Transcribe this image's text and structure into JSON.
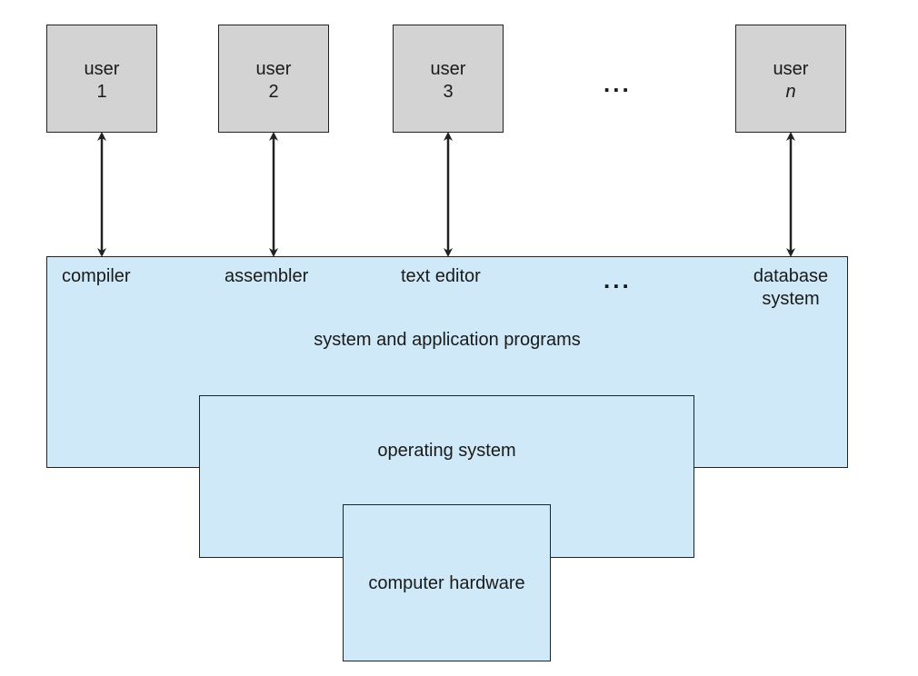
{
  "users": [
    {
      "line1": "user",
      "line2": "1"
    },
    {
      "line1": "user",
      "line2": "2"
    },
    {
      "line1": "user",
      "line2": "3"
    },
    {
      "line1": "user",
      "line2": "n"
    }
  ],
  "user_ellipsis": "...",
  "programs": {
    "compiler": "compiler",
    "assembler": "assembler",
    "text_editor": "text editor",
    "ellipsis": "...",
    "database_line1": "database",
    "database_line2": "system"
  },
  "layers": {
    "programs": "system and application programs",
    "os": "operating system",
    "hardware": "computer hardware"
  },
  "colors": {
    "user_box": "#d3d3d3",
    "layer_fill": "#d0e9f8",
    "stroke": "#222222"
  }
}
